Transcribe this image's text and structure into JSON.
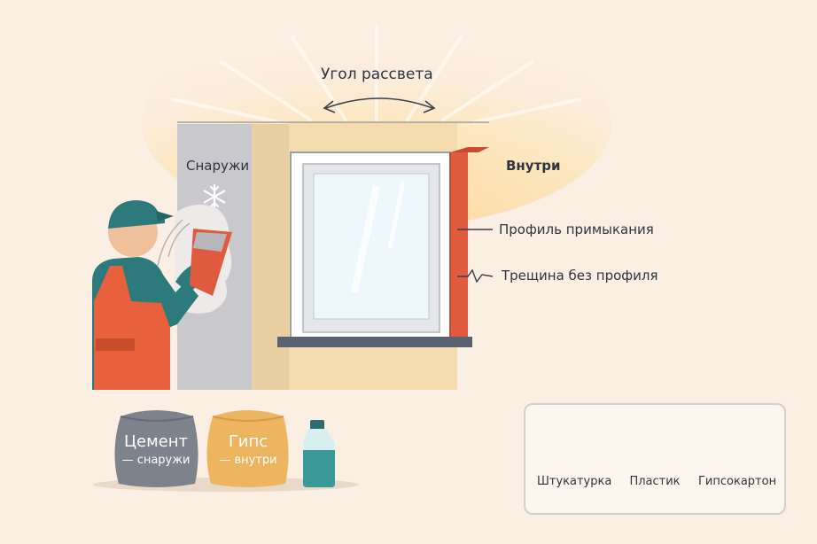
{
  "labels": {
    "sunrise_angle": "Угол рассвета",
    "outside": "Снаружи",
    "inside": "Внутри",
    "adjoining_profile": "Профиль примыкания",
    "crack_without_profile": "Трещина без профиля"
  },
  "bags": [
    {
      "name": "Цемент",
      "note": "— снаружи"
    },
    {
      "name": "Гипс",
      "note": "— внутри"
    }
  ],
  "materials": [
    {
      "label": "Штукатурка",
      "icon": "trowel-plaster-icon"
    },
    {
      "label": "Пластик",
      "icon": "plastic-panel-icon",
      "selected": true
    },
    {
      "label": "Гипсокартон",
      "icon": "drywall-sheet-icon"
    }
  ],
  "colors": {
    "background": "#fbeee2",
    "accent_orange": "#e8603c",
    "profile_red": "#e05a40",
    "check_green": "#3fae5c",
    "worker_teal": "#2c7a7b"
  }
}
